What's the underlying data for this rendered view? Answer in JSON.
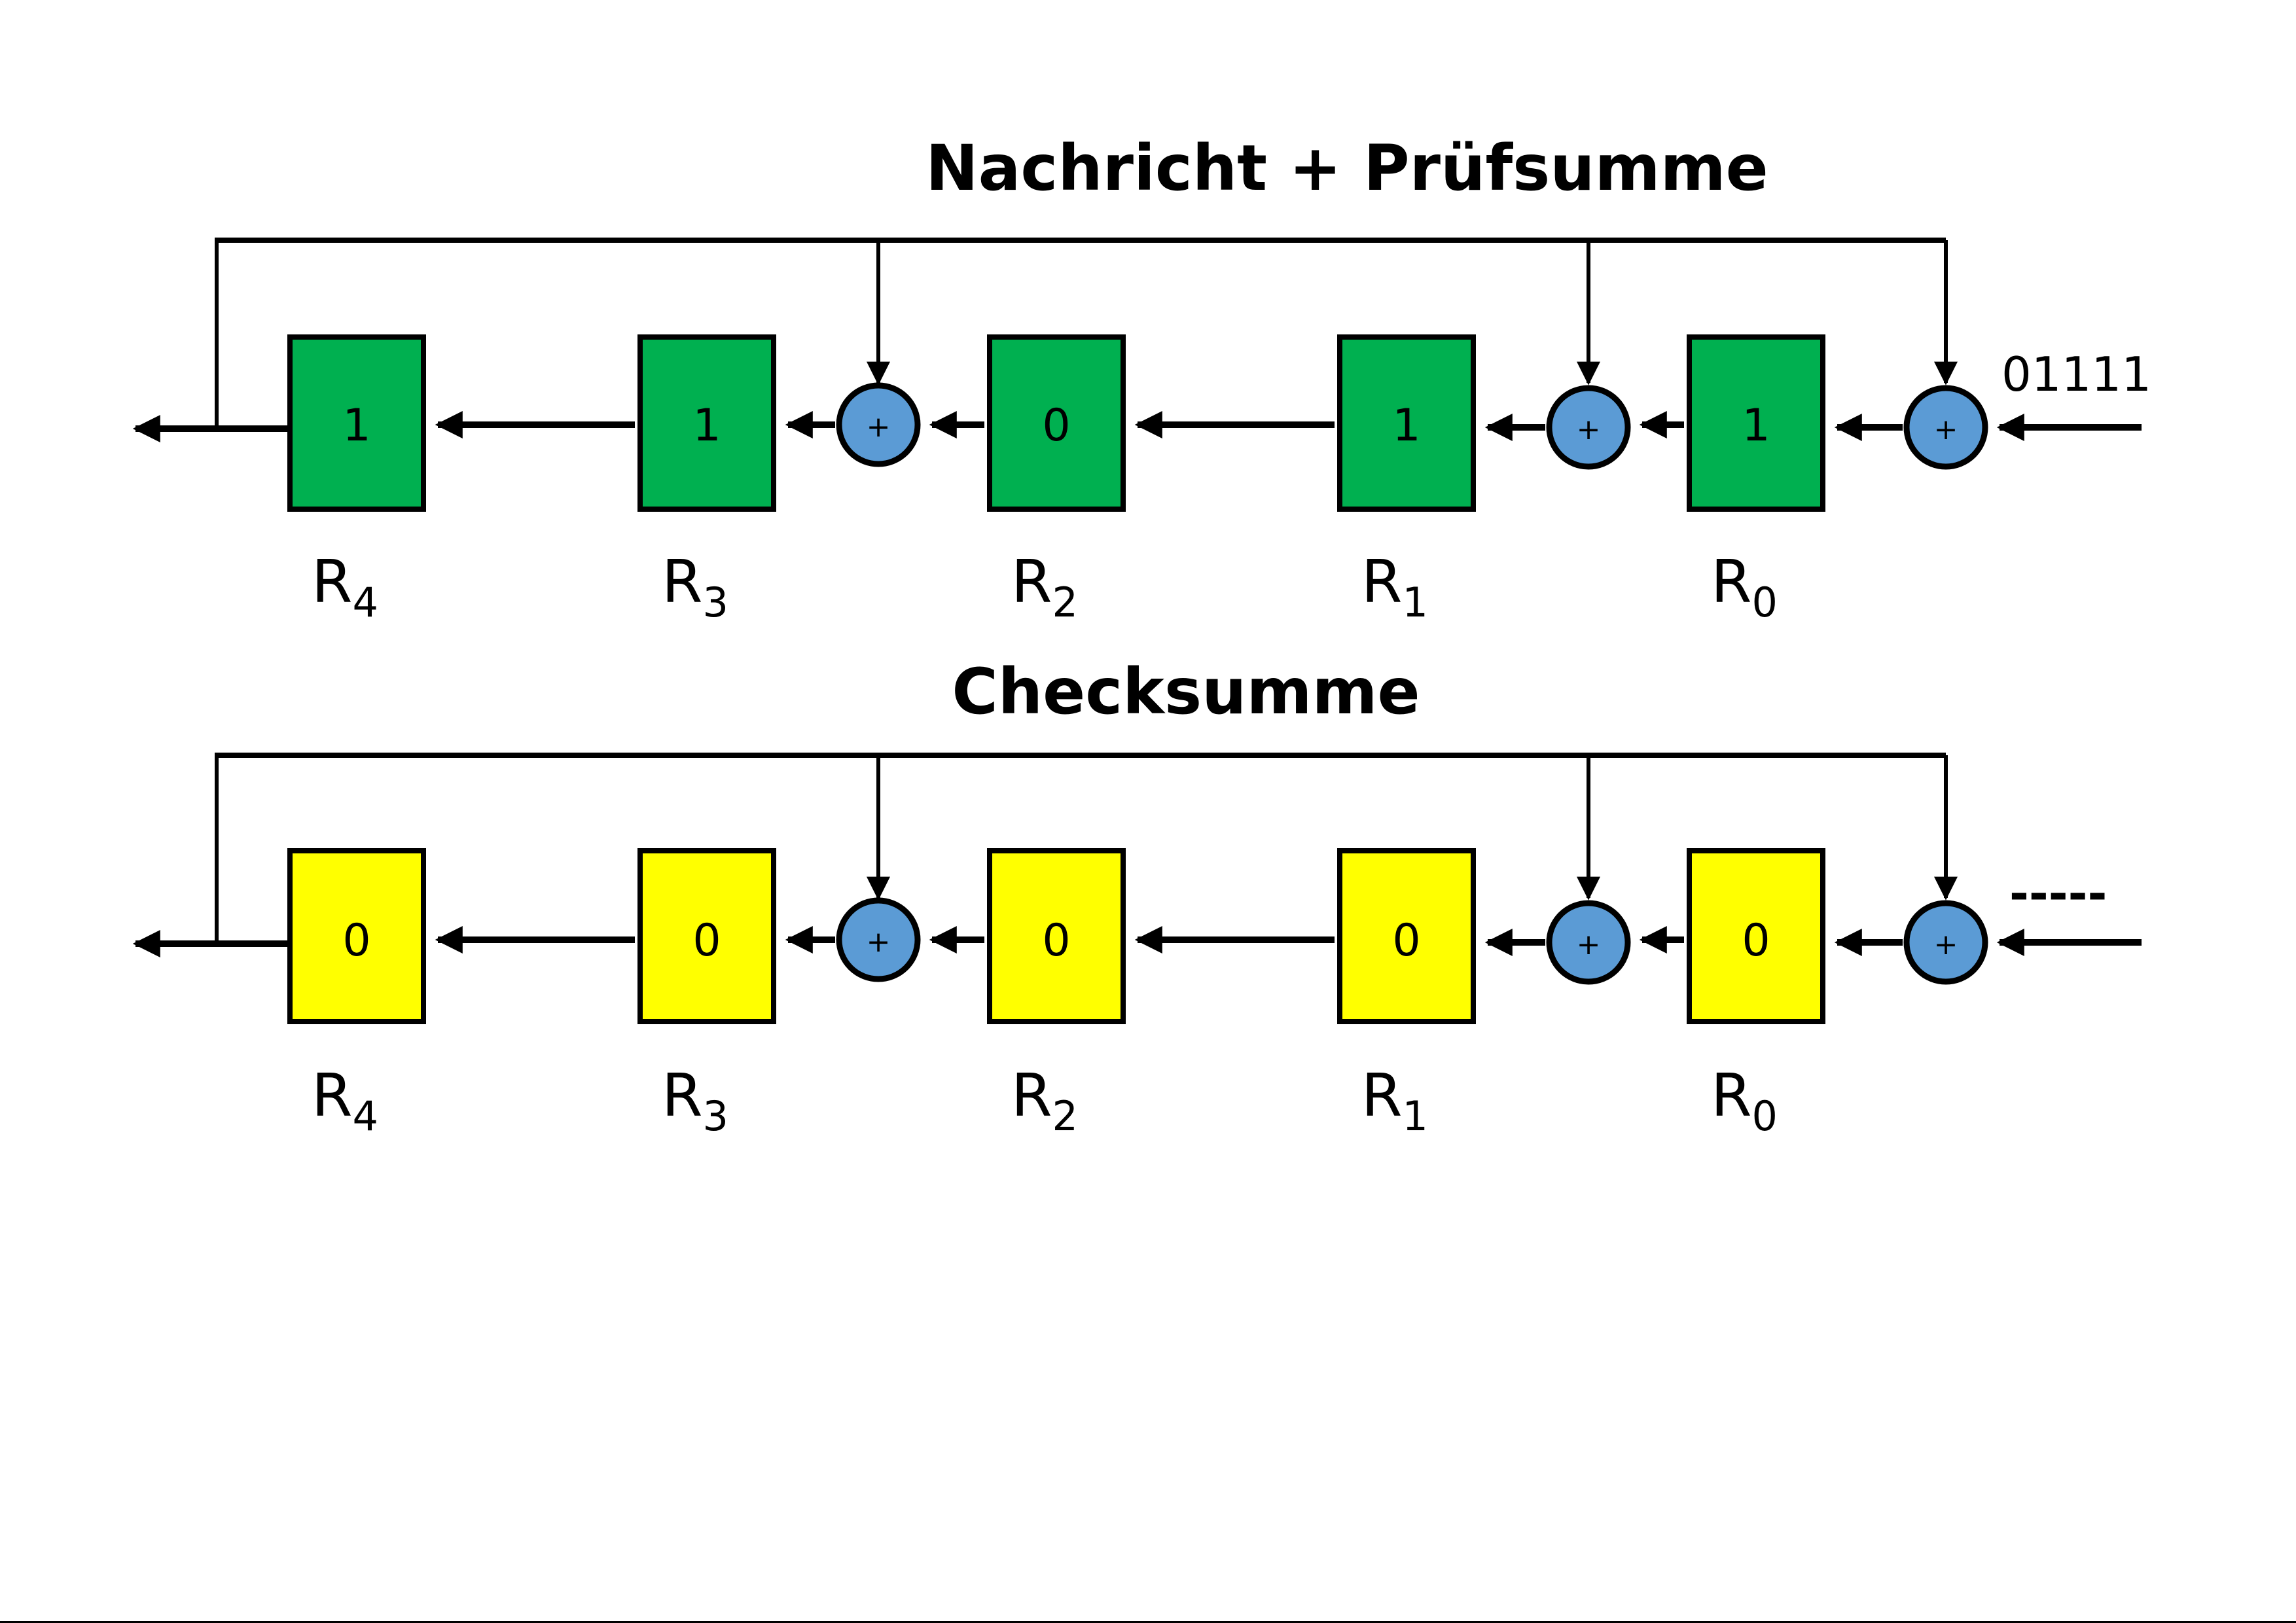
{
  "colors": {
    "line": "#000000",
    "xor_fill": "#5b9bd5",
    "row_fill": [
      "#00b050",
      "#ffff00"
    ]
  },
  "xor_symbol": "+",
  "rows": [
    {
      "title": "Nachricht + Prüfsumme",
      "input_label": "01111",
      "registers": [
        {
          "name": "R",
          "index": "4",
          "value": "1"
        },
        {
          "name": "R",
          "index": "3",
          "value": "1"
        },
        {
          "name": "R",
          "index": "2",
          "value": "0"
        },
        {
          "name": "R",
          "index": "1",
          "value": "1"
        },
        {
          "name": "R",
          "index": "0",
          "value": "1"
        }
      ]
    },
    {
      "title": "Checksumme",
      "input_label": "-----",
      "registers": [
        {
          "name": "R",
          "index": "4",
          "value": "0"
        },
        {
          "name": "R",
          "index": "3",
          "value": "0"
        },
        {
          "name": "R",
          "index": "2",
          "value": "0"
        },
        {
          "name": "R",
          "index": "1",
          "value": "0"
        },
        {
          "name": "R",
          "index": "0",
          "value": "0"
        }
      ]
    }
  ]
}
